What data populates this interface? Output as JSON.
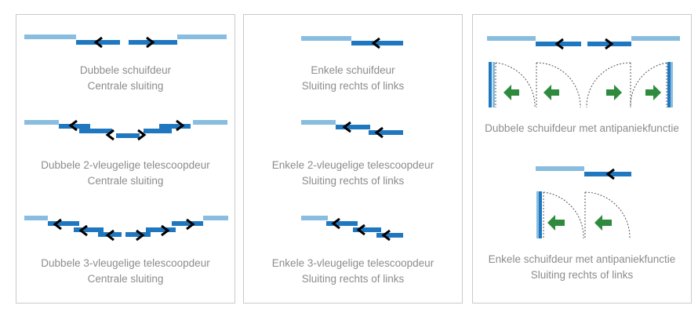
{
  "colors": {
    "light_panel": "#89bde0",
    "dark_panel": "#1f78bf",
    "arrow": "#000000",
    "green_arrow": "#2e8b3e",
    "caption": "#8c8c8c",
    "border": "#c9c9c9"
  },
  "panels": [
    {
      "items": [
        {
          "line1": "Dubbele schuifdeur",
          "line2": "Centrale sluiting"
        },
        {
          "line1": "Dubbele 2-vleugelige telescoopdeur",
          "line2": "Centrale sluiting"
        },
        {
          "line1": "Dubbele 3-vleugelige telescoopdeur",
          "line2": "Centrale sluiting"
        }
      ]
    },
    {
      "items": [
        {
          "line1": "Enkele schuifdeur",
          "line2": "Sluiting rechts of links"
        },
        {
          "line1": "Enkele 2-vleugelige telescoopdeur",
          "line2": "Sluiting rechts of links"
        },
        {
          "line1": "Enkele 3-vleugelige telescoopdeur",
          "line2": "Sluiting rechts of links"
        }
      ]
    },
    {
      "items": [
        {
          "line1": "Dubbele schuifdeur met antipaniekfunctie",
          "line2": ""
        },
        {
          "line1": "Enkele schuifdeur met antipaniekfunctie",
          "line2": "Sluiting rechts of links"
        }
      ]
    }
  ]
}
